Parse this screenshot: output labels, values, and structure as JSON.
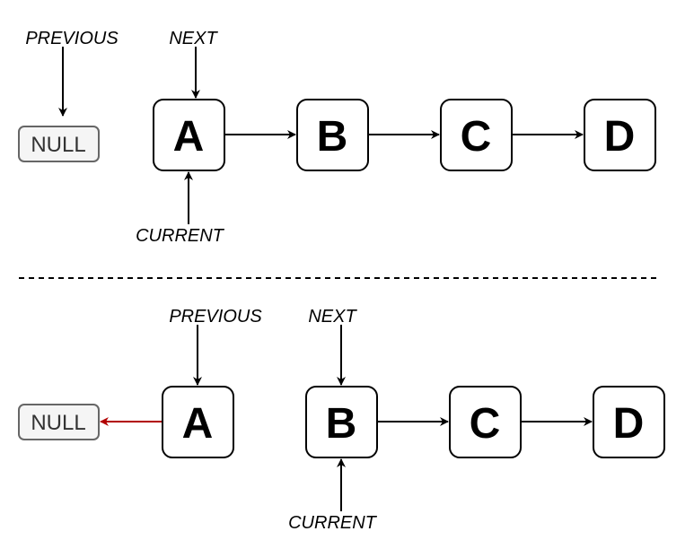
{
  "top": {
    "labels": {
      "previous": "PREVIOUS",
      "next": "NEXT",
      "current": "CURRENT"
    },
    "null_label": "NULL",
    "nodes": [
      "A",
      "B",
      "C",
      "D"
    ]
  },
  "bottom": {
    "labels": {
      "previous": "PREVIOUS",
      "next": "NEXT",
      "current": "CURRENT"
    },
    "null_label": "NULL",
    "nodes": [
      "A",
      "B",
      "C",
      "D"
    ]
  },
  "colors": {
    "reversed_link": "#b20000",
    "null_fill": "#f5f5f5"
  }
}
